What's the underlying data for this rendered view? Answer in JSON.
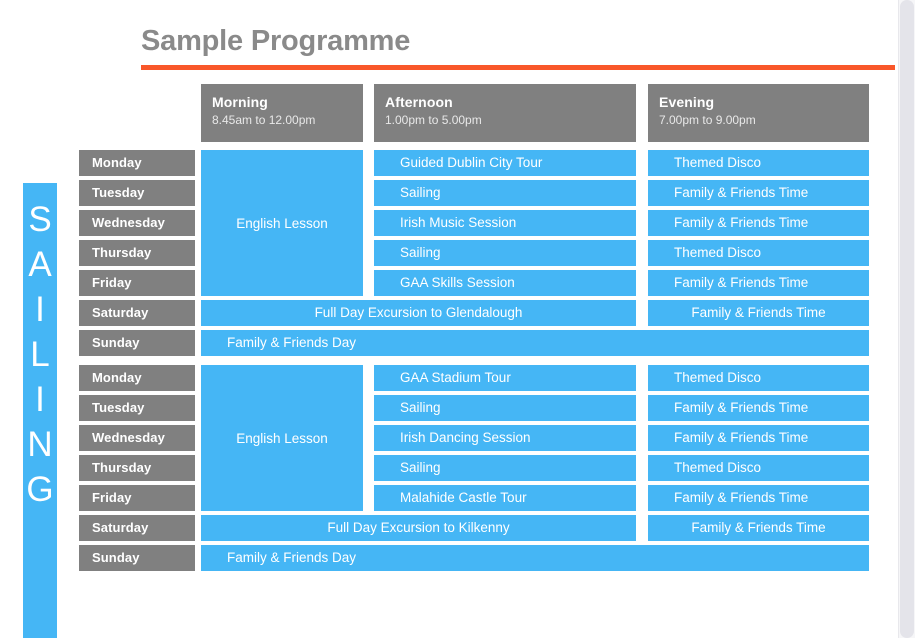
{
  "page": {
    "title": "Sample Programme",
    "accent_rule_color": "#f95a2a",
    "title_color": "#8a8a8a",
    "activity_color": "#45b6f5",
    "header_color": "#808080"
  },
  "banner": {
    "name": "SAILING",
    "letters": [
      "S",
      "A",
      "I",
      "L",
      "I",
      "N",
      "G"
    ]
  },
  "columns": [
    {
      "key": "day",
      "title": "",
      "time": ""
    },
    {
      "key": "morning",
      "title": "Morning",
      "time": "8.45am to 12.00pm"
    },
    {
      "key": "afternoon",
      "title": "Afternoon",
      "time": "1.00pm to 5.00pm"
    },
    {
      "key": "evening",
      "title": "Evening",
      "time": "7.00pm to 9.00pm"
    }
  ],
  "weeks": [
    {
      "merged_morning": "English Lesson",
      "rows": [
        {
          "day": "Monday",
          "afternoon": "Guided Dublin City Tour",
          "evening": "Themed Disco"
        },
        {
          "day": "Tuesday",
          "afternoon": "Sailing",
          "evening": "Family & Friends Time"
        },
        {
          "day": "Wednesday",
          "afternoon": "Irish Music Session",
          "evening": "Family & Friends Time"
        },
        {
          "day": "Thursday",
          "afternoon": "Sailing",
          "evening": "Themed Disco"
        },
        {
          "day": "Friday",
          "afternoon": "GAA Skills Session",
          "evening": "Family & Friends Time"
        }
      ],
      "saturday": {
        "day": "Saturday",
        "all_day": "Full Day Excursion to Glendalough",
        "evening": "Family & Friends Time"
      },
      "sunday": {
        "day": "Sunday",
        "full_day": "Family & Friends Day"
      }
    },
    {
      "merged_morning": "English Lesson",
      "rows": [
        {
          "day": "Monday",
          "afternoon": "GAA Stadium Tour",
          "evening": "Themed Disco"
        },
        {
          "day": "Tuesday",
          "afternoon": "Sailing",
          "evening": "Family & Friends Time"
        },
        {
          "day": "Wednesday",
          "afternoon": "Irish Dancing Session",
          "evening": "Family & Friends Time"
        },
        {
          "day": "Thursday",
          "afternoon": "Sailing",
          "evening": "Themed Disco"
        },
        {
          "day": "Friday",
          "afternoon": "Malahide Castle Tour",
          "evening": "Family & Friends Time"
        }
      ],
      "saturday": {
        "day": "Saturday",
        "all_day": "Full Day Excursion to Kilkenny",
        "evening": "Family & Friends Time"
      },
      "sunday": {
        "day": "Sunday",
        "full_day": "Family & Friends Day"
      }
    }
  ]
}
